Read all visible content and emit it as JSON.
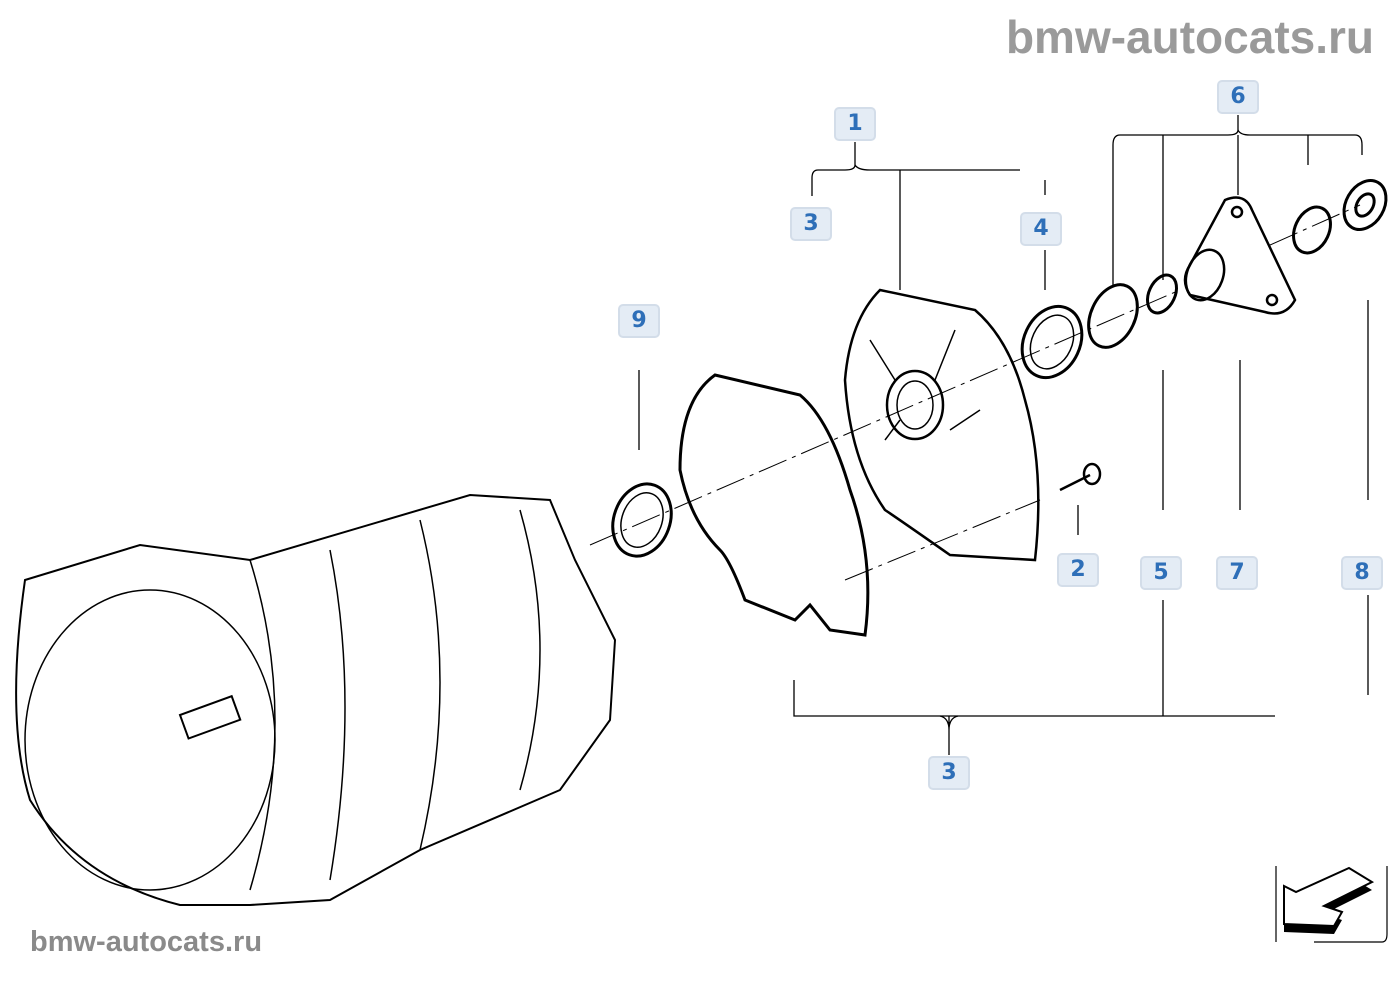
{
  "watermark_top": "bmw-autocats.ru",
  "watermark_bottom": "bmw-autocats.ru",
  "callouts": {
    "c1": "1",
    "c3a": "3",
    "c4": "4",
    "c9": "9",
    "c6": "6",
    "c2": "2",
    "c5": "5",
    "c7": "7",
    "c8": "8",
    "c3b": "3"
  },
  "colors": {
    "callout_text": "#2e6fb8",
    "callout_bg": "#e4ecf5",
    "watermark": "#9a9a9a"
  },
  "nav_icon": "back-arrow-icon"
}
